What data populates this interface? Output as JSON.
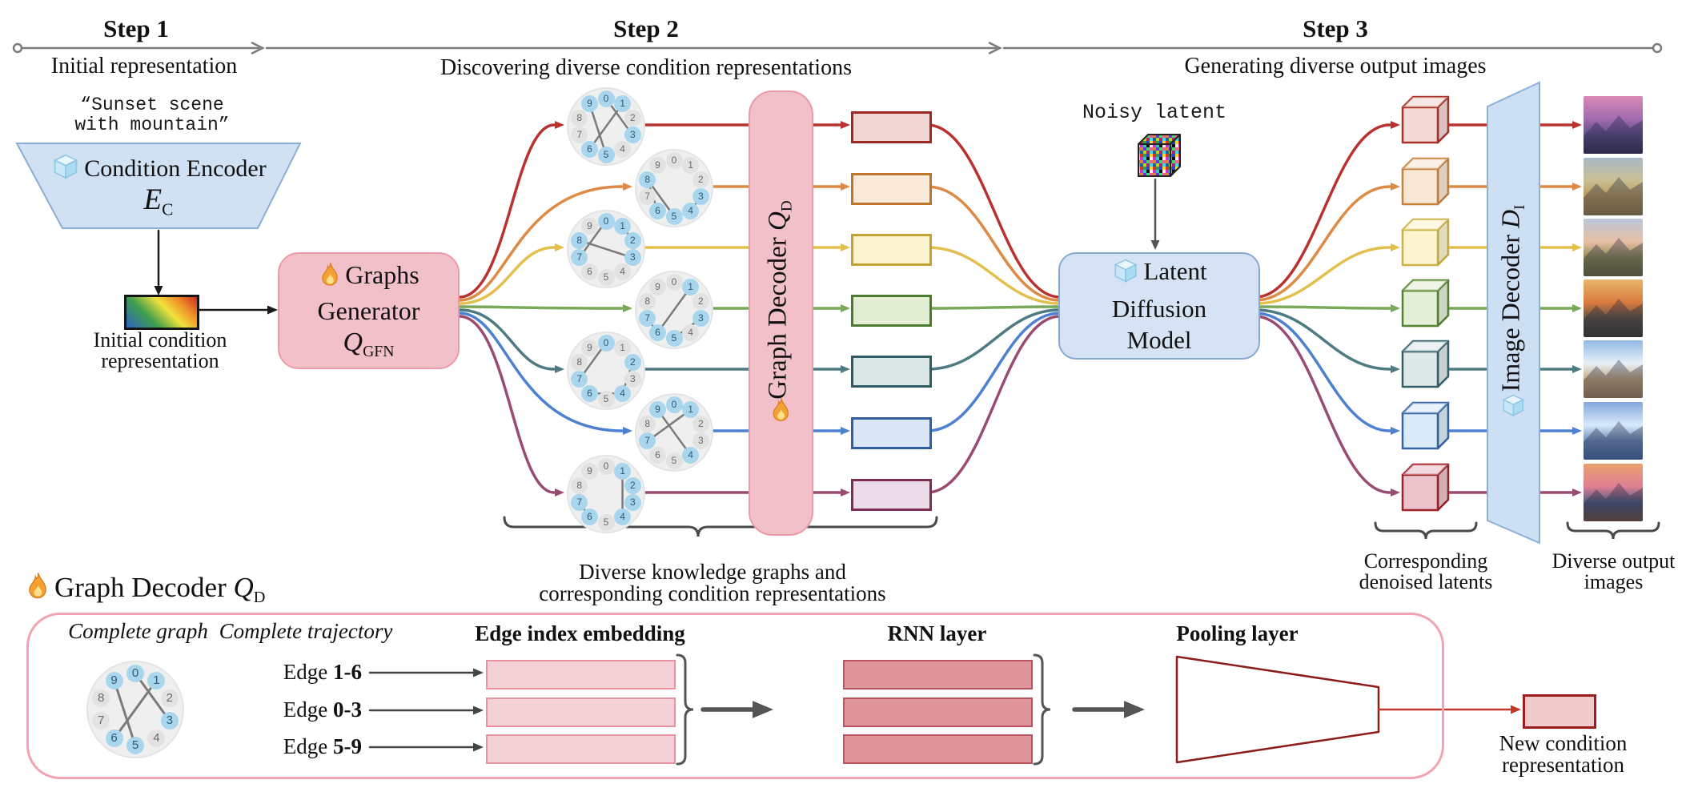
{
  "header": {
    "steps": [
      {
        "title": "Step 1",
        "subtitle": "Initial representation"
      },
      {
        "title": "Step 2",
        "subtitle": "Discovering diverse condition representations"
      },
      {
        "title": "Step 3",
        "subtitle": "Generating diverse output images"
      }
    ]
  },
  "step1": {
    "prompt_line1": "“Sunset scene",
    "prompt_line2": "with mountain”",
    "encoder_label": "Condition Encoder",
    "encoder_symbol": "E",
    "encoder_sub": "C",
    "rep_label_line1": "Initial condition",
    "rep_label_line2": "representation"
  },
  "step2": {
    "generator": {
      "line1": "Graphs",
      "line2": "Generator",
      "symbol": "Q",
      "sub": "GFN"
    },
    "graph_decoder": {
      "label": "Graph Decoder",
      "symbol": "Q",
      "sub": "D"
    },
    "brace_line1": "Diverse knowledge graphs and",
    "brace_line2": "corresponding condition representations"
  },
  "step3": {
    "noisy_latent_label": "Noisy latent",
    "ldm_line1": "Latent",
    "ldm_line2": "Diffusion",
    "ldm_line3": "Model",
    "image_decoder": {
      "label": "Image Decoder",
      "symbol": "D",
      "sub": "I"
    },
    "latents_brace_line1": "Corresponding",
    "latents_brace_line2": "denoised latents",
    "images_brace_line1": "Diverse output",
    "images_brace_line2": "images"
  },
  "graph_nodes": [
    "0",
    "1",
    "2",
    "3",
    "4",
    "5",
    "6",
    "7",
    "8",
    "9"
  ],
  "graphs": [
    {
      "active": [
        0,
        1,
        3,
        5,
        6,
        9
      ],
      "edges": [
        [
          1,
          6
        ],
        [
          0,
          3
        ],
        [
          5,
          9
        ]
      ]
    },
    {
      "active": [
        3,
        4,
        5,
        6,
        8
      ],
      "edges": [
        [
          8,
          6
        ],
        [
          8,
          5
        ],
        [
          3,
          4
        ]
      ]
    },
    {
      "active": [
        0,
        1,
        2,
        3,
        7,
        8
      ],
      "edges": [
        [
          0,
          7
        ],
        [
          8,
          3
        ],
        [
          1,
          2
        ]
      ]
    },
    {
      "active": [
        1,
        3,
        5,
        6,
        7
      ],
      "edges": [
        [
          1,
          6
        ],
        [
          7,
          6
        ],
        [
          3,
          5
        ]
      ]
    },
    {
      "active": [
        0,
        2,
        4,
        6,
        7
      ],
      "edges": [
        [
          0,
          7
        ],
        [
          2,
          4
        ],
        [
          6,
          4
        ]
      ]
    },
    {
      "active": [
        0,
        1,
        4,
        7,
        9
      ],
      "edges": [
        [
          9,
          4
        ],
        [
          1,
          7
        ],
        [
          0,
          1
        ]
      ]
    },
    {
      "active": [
        1,
        2,
        3,
        4,
        6,
        7
      ],
      "edges": [
        [
          1,
          4
        ],
        [
          2,
          3
        ],
        [
          7,
          6
        ]
      ]
    }
  ],
  "rows": [
    {
      "name": "red",
      "line": "#b93230",
      "rect_fill": "#f0d5d2",
      "rect_border": "#9c2a23",
      "cube_fill": "#f2d8d6",
      "cube_border": "#a93328",
      "image": [
        "#d98ab5",
        "#a06bb0",
        "#5f4e86",
        "#33304e"
      ]
    },
    {
      "name": "orange",
      "line": "#dd8a44",
      "rect_fill": "#f9ead9",
      "rect_border": "#bf7730",
      "cube_fill": "#f8e7d4",
      "cube_border": "#c8823d",
      "image": [
        "#a8b8c8",
        "#cabf92",
        "#b79757",
        "#8f7b4e"
      ]
    },
    {
      "name": "yellow",
      "line": "#e3bf4c",
      "rect_fill": "#fcf4ce",
      "rect_border": "#c3a133",
      "cube_fill": "#fdf5d0",
      "cube_border": "#cdb045",
      "image": [
        "#b9c6da",
        "#e9bfa4",
        "#8d8a52",
        "#6b6a40"
      ]
    },
    {
      "name": "green",
      "line": "#79a959",
      "rect_fill": "#e2eed4",
      "rect_border": "#4c7a2c",
      "cube_fill": "#e4efd7",
      "cube_border": "#55822f",
      "image": [
        "#e8b66a",
        "#d97a3f",
        "#5e5444",
        "#3d3a30"
      ]
    },
    {
      "name": "teal",
      "line": "#4e7b83",
      "rect_fill": "#dce7e7",
      "rect_border": "#2d5a63",
      "cube_fill": "#dfe9e9",
      "cube_border": "#33616a",
      "image": [
        "#90b9e4",
        "#e9f1f9",
        "#c8a87a",
        "#9d7f5c"
      ]
    },
    {
      "name": "blue",
      "line": "#4d80d1",
      "rect_fill": "#dbe7f7",
      "rect_border": "#2e5f9e",
      "cube_fill": "#dcebf8",
      "cube_border": "#3465a8",
      "image": [
        "#84a8dc",
        "#d8e9fb",
        "#6d8cb8",
        "#44679d"
      ]
    },
    {
      "name": "purple",
      "line": "#9a4b72",
      "rect_fill": "#ebdbe6",
      "rect_border": "#7c2e55",
      "cube_fill": "#eac4ca",
      "cube_border": "#a02129",
      "image": [
        "#eca06e",
        "#dd7f95",
        "#4d5b7d",
        "#70503b"
      ]
    }
  ],
  "bottom": {
    "title_label": "Graph Decoder",
    "title_symbol": "Q",
    "title_sub": "D",
    "complete_graph_label": "Complete graph",
    "complete_trajectory_label": "Complete trajectory",
    "edge_prefix": "Edge",
    "edges": [
      "1-6",
      "0-3",
      "5-9"
    ],
    "embedding_title": "Edge index embedding",
    "rnn_title": "RNN layer",
    "pooling_title": "Pooling layer",
    "new_rep_line1": "New condition",
    "new_rep_line2": "representation",
    "graph": {
      "active": [
        0,
        1,
        3,
        5,
        6,
        9
      ],
      "edges": [
        [
          1,
          6
        ],
        [
          0,
          3
        ],
        [
          5,
          9
        ]
      ]
    }
  },
  "palette": {
    "node_active": "#a9d6ec",
    "node_active_text": "#2a5a78",
    "node_inactive": "#e2e2e2",
    "node_inactive_text": "#6a6a6a",
    "circle_bg": "#efeff0",
    "circle_border": "#e4e4e6",
    "graph_edge": "#7b7b7b",
    "timeline": "#7a7a7a",
    "arrow_black": "#1a1a1a",
    "arrow_gray": "#555555",
    "brace": "#4a4a4a",
    "panel_border": "#f3a3b1",
    "pink_fill": "#f2c0c8",
    "pink_border": "#ea9aa8",
    "blue_fill": "#d5e3f4",
    "blue_border": "#86a9d2",
    "embed_fill": "#f3d1d6",
    "embed_border": "#e8939f",
    "rnn_fill": "#e0949c",
    "rnn_border": "#b9545f",
    "pool_border": "#8e1b1b",
    "new_fill": "#f1cace",
    "new_border": "#9b1c1c",
    "red_arrow": "#c0392b",
    "rainbow": [
      "#2e5fc0",
      "#3d9e4e",
      "#f0e13c",
      "#f09028",
      "#cc2a20"
    ]
  }
}
